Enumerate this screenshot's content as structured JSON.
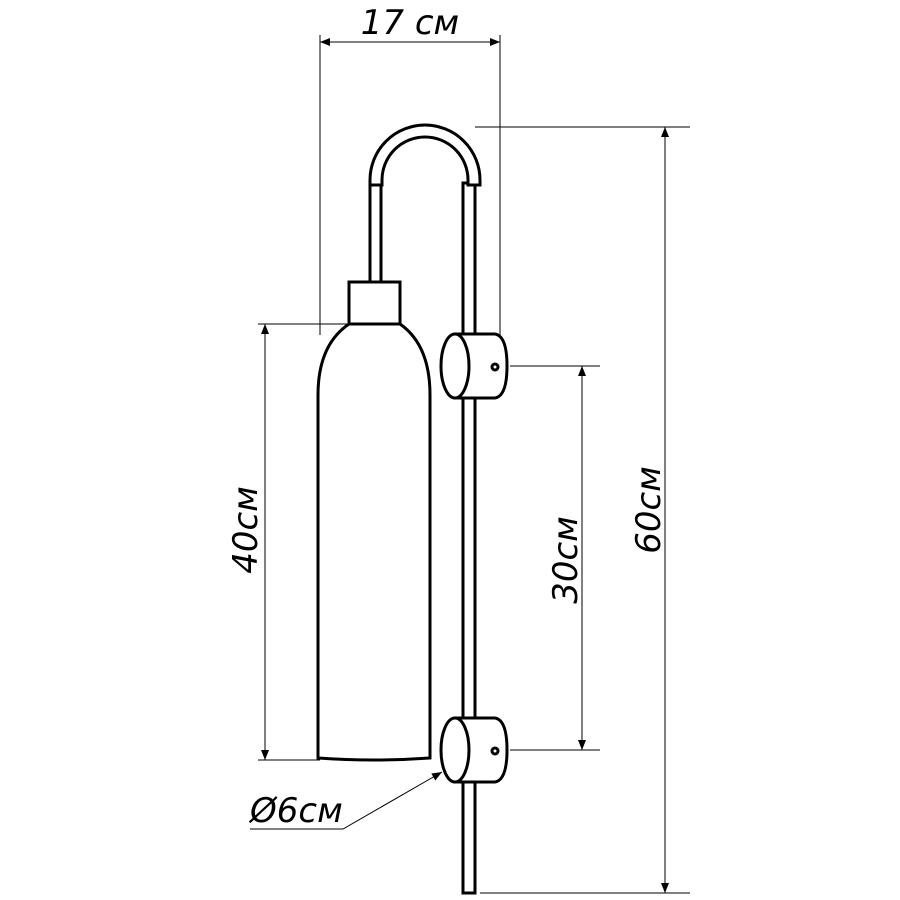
{
  "dimensions": {
    "width": "17 см",
    "total_height": "60см",
    "shade_height": "40см",
    "mount_spacing": "30см",
    "diameter": "Ø6см"
  },
  "colors": {
    "line": "#000000",
    "background": "#ffffff"
  }
}
